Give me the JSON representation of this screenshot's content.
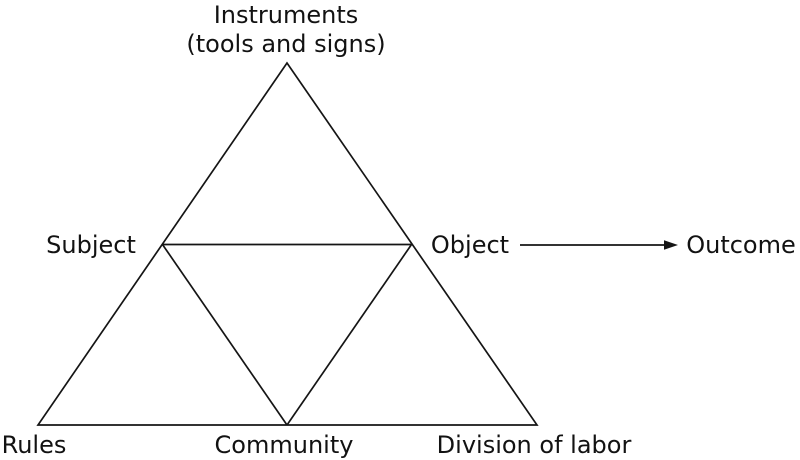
{
  "diagram": {
    "labels": {
      "instruments_line1": "Instruments",
      "instruments_line2": "(tools and signs)",
      "subject": "Subject",
      "object": "Object",
      "outcome": "Outcome",
      "rules": "Rules",
      "community": "Community",
      "division_of_labor": "Division of labor"
    },
    "colors": {
      "line": "#151515",
      "text": "#121212",
      "background": "#ffffff"
    }
  }
}
